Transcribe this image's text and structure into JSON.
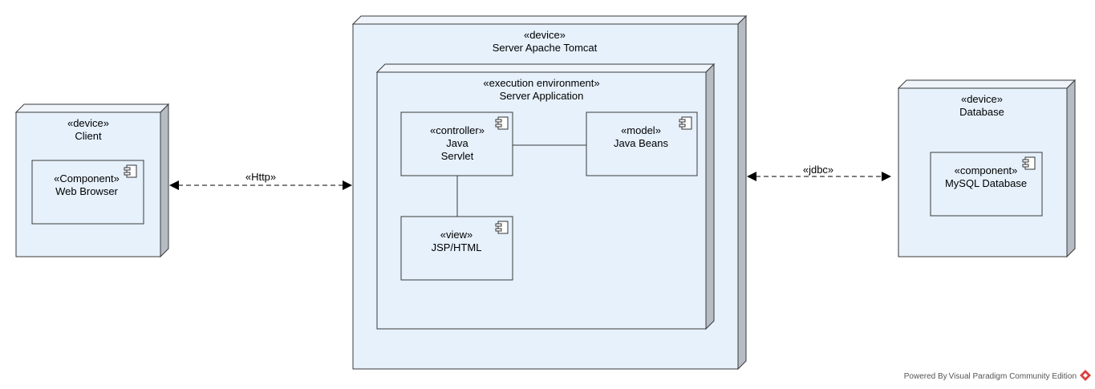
{
  "nodes": {
    "client": {
      "stereotype": "«device»",
      "name": "Client"
    },
    "server": {
      "stereotype": "«device»",
      "name": "Server Apache Tomcat"
    },
    "exec_env": {
      "stereotype": "«execution environment»",
      "name": "Server Application"
    },
    "database": {
      "stereotype": "«device»",
      "name": "Database"
    }
  },
  "components": {
    "web_browser": {
      "stereotype": "«Component»",
      "name": "Web Browser"
    },
    "controller": {
      "stereotype": "«controller»",
      "name_line1": "Java",
      "name_line2": "Servlet"
    },
    "model": {
      "stereotype": "«model»",
      "name": "Java Beans"
    },
    "view": {
      "stereotype": "«view»",
      "name": "JSP/HTML"
    },
    "mysql": {
      "stereotype": "«component»",
      "name": "MySQL Database"
    }
  },
  "connectors": {
    "http": {
      "label": "«Http»"
    },
    "jdbc": {
      "label": "«jdbc»"
    }
  },
  "footer": {
    "text": "Powered By Visual Paradigm Community Edition"
  },
  "colors": {
    "node_fill": "#e6f1fc",
    "node_side": "#b6bcc4",
    "stroke": "#3a3a3a",
    "logo": "#d9413f"
  }
}
